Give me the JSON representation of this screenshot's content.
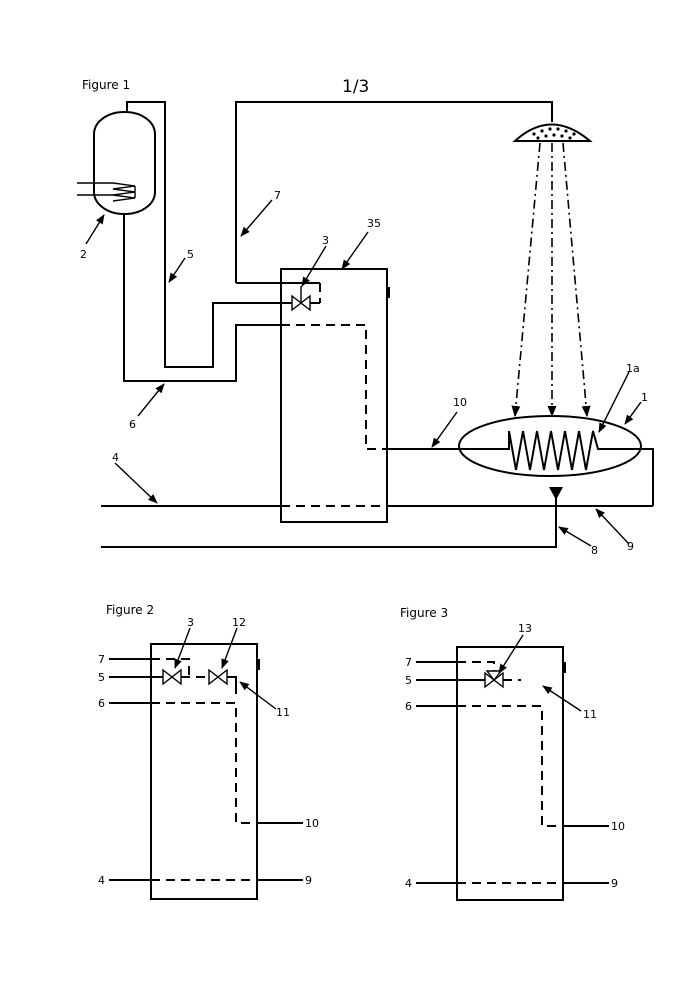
{
  "sheet": {
    "label": "1/3"
  },
  "figure1": {
    "title": "Figure 1",
    "labels": {
      "l35": "35",
      "l3": "3",
      "l7": "7",
      "l5": "5",
      "l2": "2",
      "l6": "6",
      "l10": "10",
      "l1a": "1a",
      "l1": "1",
      "l4": "4",
      "l9": "9",
      "l8": "8"
    }
  },
  "figure2": {
    "title": "Figure 2",
    "labels": {
      "l3": "3",
      "l12": "12",
      "l7": "7",
      "l5": "5",
      "l6": "6",
      "l11": "11",
      "l10": "10",
      "l4": "4",
      "l9": "9"
    }
  },
  "figure3": {
    "title": "Figure 3",
    "labels": {
      "l13": "13",
      "l7": "7",
      "l5": "5",
      "l6": "6",
      "l11": "11",
      "l10": "10",
      "l4": "4",
      "l9": "9"
    }
  }
}
